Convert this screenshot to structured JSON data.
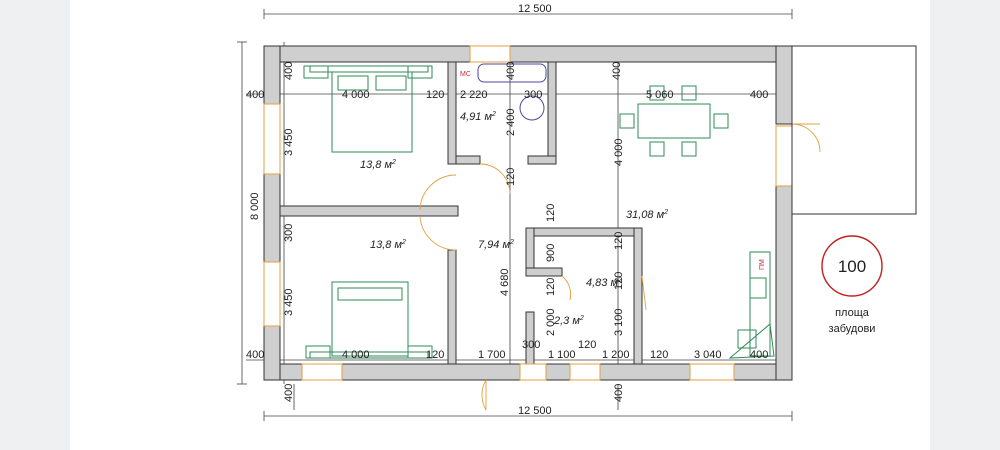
{
  "dimensions": {
    "top_total": "12 500",
    "bottom_total": "12 500",
    "left_total": "8 000",
    "d_400": "400",
    "d_4000": "4 000",
    "d_120": "120",
    "d_2220": "2 220",
    "d_300": "300",
    "d_5060": "5 060",
    "d_2400": "2 400",
    "d_3450": "3 450",
    "d_4680": "4 680",
    "d_900": "900",
    "d_2000": "2 000",
    "d_3100": "3 100",
    "d_1700": "1 700",
    "d_1100": "1 100",
    "d_1200": "1 200",
    "d_3040": "3 040"
  },
  "areas": {
    "bedroom_top": "13,8 м",
    "bedroom_bottom": "13,8 м",
    "bathroom": "4,91 м",
    "hall": "7,94 м",
    "living": "31,08 м",
    "pantry": "4,83 м",
    "closet": "2,3 м",
    "sup": "2"
  },
  "labels": {
    "bath_fixture": "МС",
    "kitchen_fixture": "ПМ"
  },
  "badge": {
    "value": "100",
    "caption_line1": "площа",
    "caption_line2": "забудови"
  },
  "colors": {
    "wall_fill": "#cfcfcf",
    "wall_stroke": "#333333",
    "furniture": "#2e8b57",
    "fixture": "#4a4aa0",
    "window": "#e0a040",
    "badge_ring": "#c02020"
  }
}
